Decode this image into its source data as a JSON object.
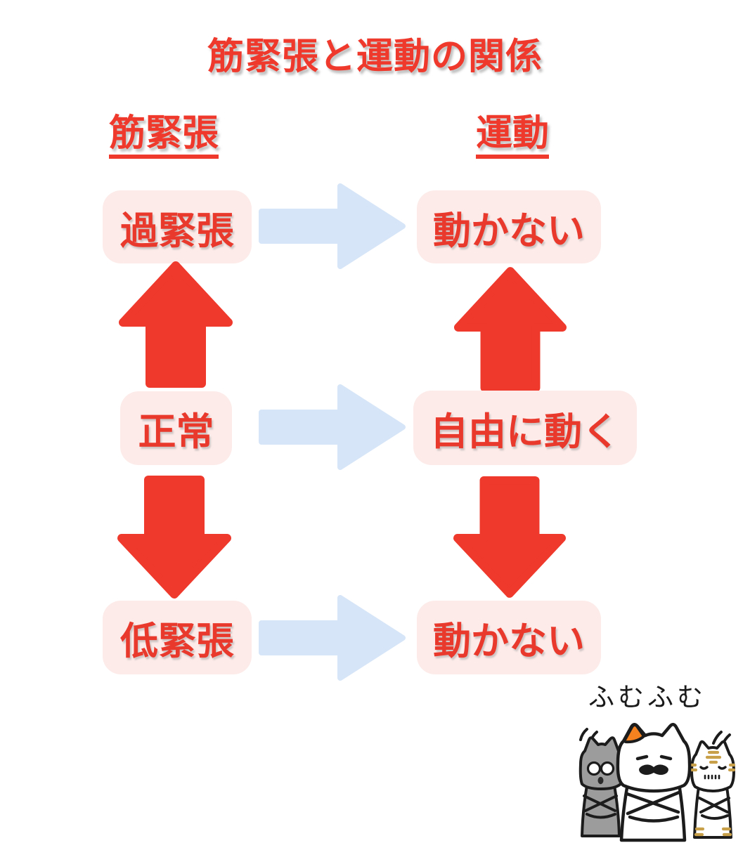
{
  "title": "筋緊張と運動の関係",
  "columns": {
    "left": "筋緊張",
    "right": "運動"
  },
  "rows": [
    {
      "tension": "過緊張",
      "movement": "動かない"
    },
    {
      "tension": "正常",
      "movement": "自由に動く"
    },
    {
      "tension": "低緊張",
      "movement": "動かない"
    }
  ],
  "mascot": {
    "caption": "ふむふむ"
  },
  "colors": {
    "accent_red": "#ee392c",
    "box_pink": "#fcebe9",
    "arrow_blue": "#d6e5f7",
    "mascot_orange": "#f5821f",
    "mascot_gray": "#9c9c9c",
    "tabby_gold": "#c9a04a"
  }
}
